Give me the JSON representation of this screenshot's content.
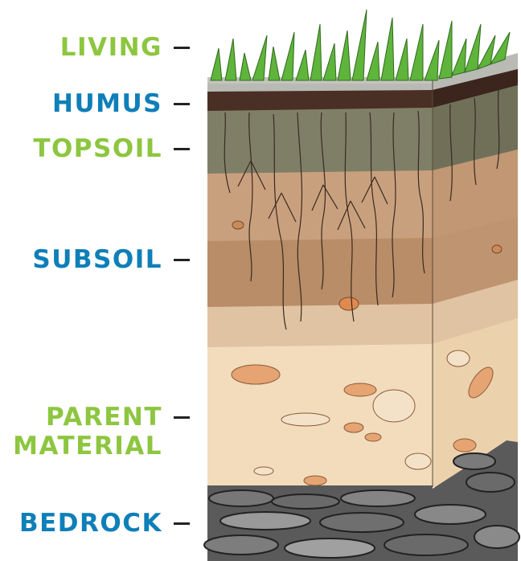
{
  "layers": [
    {
      "id": "living",
      "label": "LIVING",
      "color": "#8dc63f"
    },
    {
      "id": "humus",
      "label": "HUMUS",
      "color": "#0e7fb8"
    },
    {
      "id": "topsoil",
      "label": "TOPSOIL",
      "color": "#8dc63f"
    },
    {
      "id": "subsoil",
      "label": "SUBSOIL",
      "color": "#0e7fb8"
    },
    {
      "id": "parent-material",
      "label": "PARENT MATERIAL",
      "label_line1": "PARENT",
      "label_line2": "MATERIAL",
      "color": "#8dc63f"
    },
    {
      "id": "bedrock",
      "label": "BEDROCK",
      "color": "#0e7fb8"
    }
  ]
}
